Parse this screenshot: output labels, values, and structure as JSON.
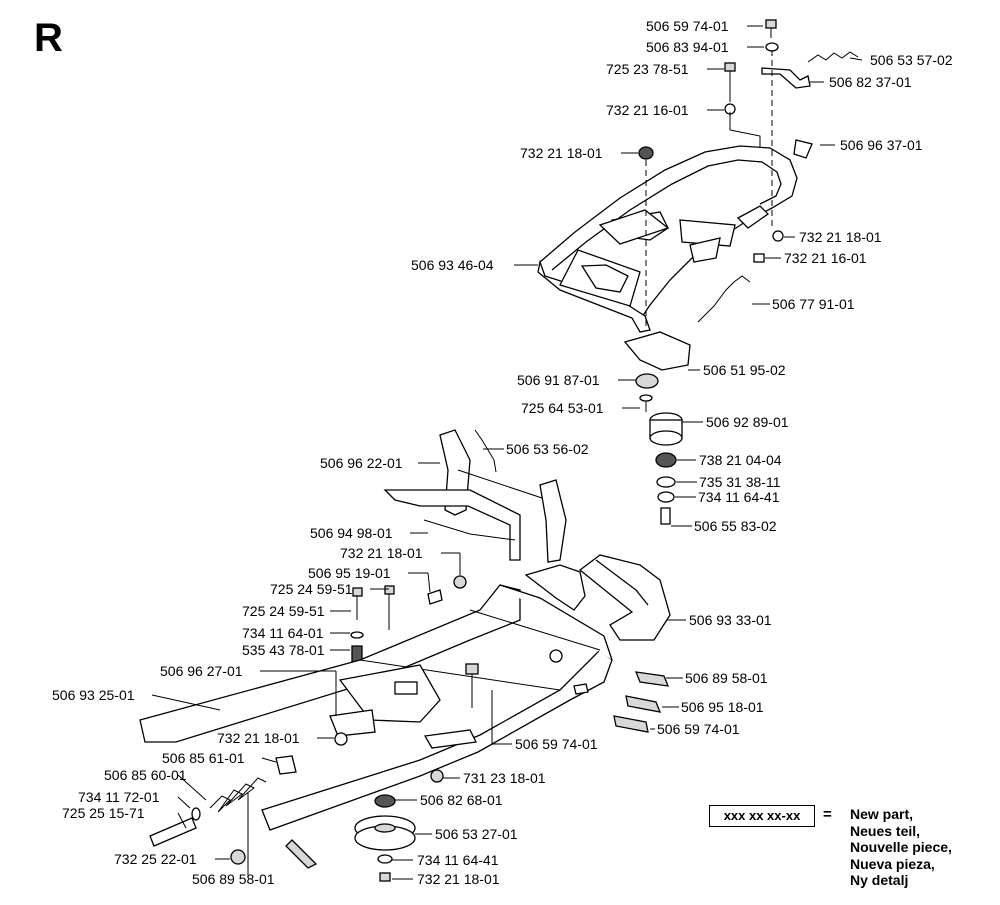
{
  "section_letter": "R",
  "parts": [
    {
      "id": "p0",
      "number": "506 59 74-01"
    },
    {
      "id": "p1",
      "number": "506 83 94-01"
    },
    {
      "id": "p2",
      "number": "506 53 57-02"
    },
    {
      "id": "p3",
      "number": "725 23 78-51"
    },
    {
      "id": "p4",
      "number": "506 82 37-01"
    },
    {
      "id": "p5",
      "number": "732 21 16-01"
    },
    {
      "id": "p6",
      "number": "506 96 37-01"
    },
    {
      "id": "p7",
      "number": "732 21 18-01"
    },
    {
      "id": "p8",
      "number": "732 21 18-01"
    },
    {
      "id": "p9",
      "number": "732 21 16-01"
    },
    {
      "id": "p10",
      "number": "506 93 46-04"
    },
    {
      "id": "p11",
      "number": "506 77 91-01"
    },
    {
      "id": "p12",
      "number": "506 51 95-02"
    },
    {
      "id": "p13",
      "number": "506 91 87-01"
    },
    {
      "id": "p14",
      "number": "725 64 53-01"
    },
    {
      "id": "p15",
      "number": "506 92 89-01"
    },
    {
      "id": "p16",
      "number": "506 53 56-02"
    },
    {
      "id": "p17",
      "number": "506 96 22-01"
    },
    {
      "id": "p18",
      "number": "738 21 04-04"
    },
    {
      "id": "p19",
      "number": "735 31 38-11"
    },
    {
      "id": "p20",
      "number": "734 11 64-41"
    },
    {
      "id": "p21",
      "number": "506 94 98-01"
    },
    {
      "id": "p22",
      "number": "506 55 83-02"
    },
    {
      "id": "p23",
      "number": "732 21 18-01"
    },
    {
      "id": "p24",
      "number": "506 95 19-01"
    },
    {
      "id": "p25",
      "number": "725 24 59-51"
    },
    {
      "id": "p26",
      "number": "725 24 59-51"
    },
    {
      "id": "p27",
      "number": "506 93 33-01"
    },
    {
      "id": "p28",
      "number": "734 11 64-01"
    },
    {
      "id": "p29",
      "number": "535 43 78-01"
    },
    {
      "id": "p30",
      "number": "506 96 27-01"
    },
    {
      "id": "p31",
      "number": "506 89 58-01"
    },
    {
      "id": "p32",
      "number": "506 93 25-01"
    },
    {
      "id": "p33",
      "number": "506 95 18-01"
    },
    {
      "id": "p34",
      "number": "506 59 74-01"
    },
    {
      "id": "p35",
      "number": "732 21 18-01"
    },
    {
      "id": "p36",
      "number": "506 59 74-01"
    },
    {
      "id": "p37",
      "number": "506 85 61-01"
    },
    {
      "id": "p38",
      "number": "506 85 60-01"
    },
    {
      "id": "p39",
      "number": "731 23 18-01"
    },
    {
      "id": "p40",
      "number": "734 11 72-01"
    },
    {
      "id": "p41",
      "number": "506 82 68-01"
    },
    {
      "id": "p42",
      "number": "725 25 15-71"
    },
    {
      "id": "p43",
      "number": "506 53 27-01"
    },
    {
      "id": "p44",
      "number": "732 25 22-01"
    },
    {
      "id": "p45",
      "number": "734 11 64-41"
    },
    {
      "id": "p46",
      "number": "506 89 58-01"
    },
    {
      "id": "p47",
      "number": "732 21 18-01"
    }
  ],
  "legend": {
    "placeholder": "xxx xx xx-xx",
    "equals": "=",
    "lines": [
      "New part,",
      "Neues teil,",
      "Nouvelle piece,",
      "Nueva pieza,",
      "Ny detalj"
    ]
  }
}
